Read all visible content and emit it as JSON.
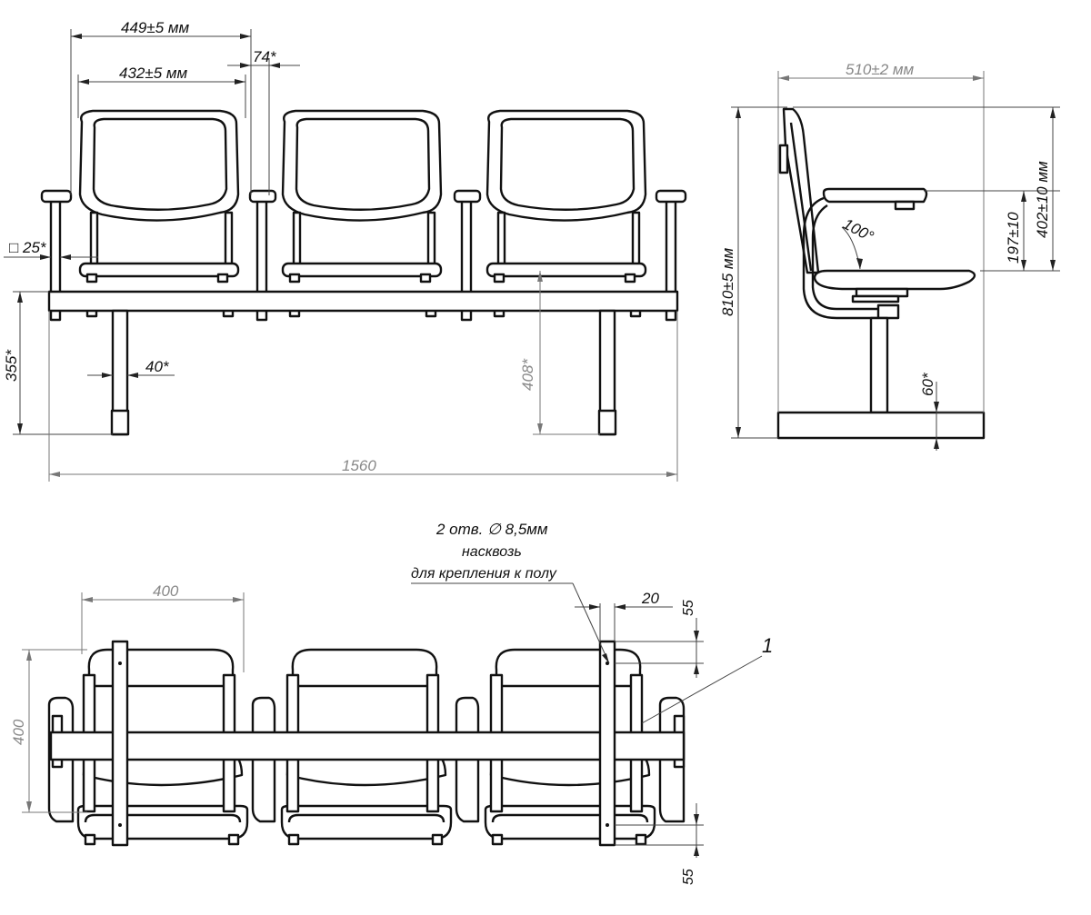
{
  "front_view": {
    "dim_overall_seat_width": "449±5 мм",
    "dim_inner_seat_width": "432±5 мм",
    "dim_armrest_gap": "74*",
    "dim_tube_section": "□ 25*",
    "dim_seat_height": "355*",
    "dim_leg_width": "40*",
    "dim_beam_height": "408*",
    "dim_total_length": "1560"
  },
  "side_view": {
    "dim_depth": "510±2 мм",
    "dim_total_height": "810±5 мм",
    "dim_armrest_height": "402±10 мм",
    "dim_armrest_above_seat": "197±10",
    "dim_back_angle": "100°",
    "dim_base_thickness": "60*"
  },
  "top_view": {
    "dim_seat_width": "400",
    "dim_seat_depth": "400",
    "dim_offset": "20",
    "dim_front_margin": "55",
    "dim_back_margin": "55",
    "note_line1": "2 отв. ∅ 8,5мм",
    "note_line2": "насквозь",
    "note_line3": "для крепления к полу",
    "callout_number": "1"
  }
}
